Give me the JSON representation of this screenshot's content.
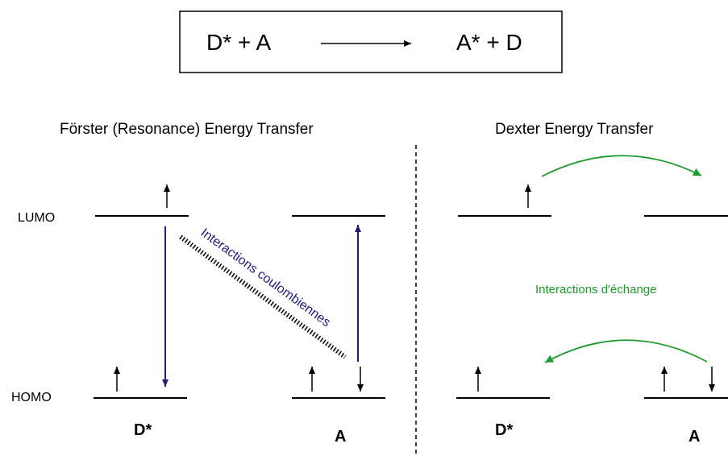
{
  "equation": {
    "left": "D* +  A",
    "right": "A* +  D"
  },
  "forster": {
    "title": "Förster (Resonance) Energy Transfer",
    "coupling_label": "Interactions coulombiennes",
    "donor_label": "D*",
    "acceptor_label": "A"
  },
  "dexter": {
    "title": "Dexter Energy Transfer",
    "exchange_label": "Interactions d'échange",
    "donor_label": "D*",
    "acceptor_label": "A"
  },
  "levels": {
    "lumo": "LUMO",
    "homo": "HOMO"
  },
  "colors": {
    "blue": "#1f1f7a",
    "green": "#1c9a2c",
    "black": "#000000"
  }
}
